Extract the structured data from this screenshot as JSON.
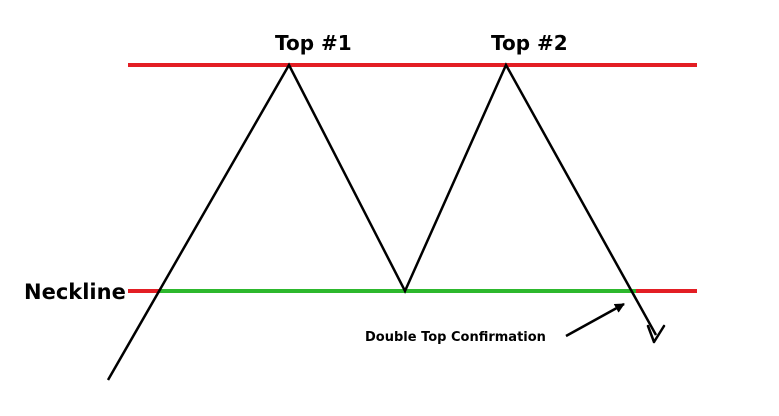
{
  "labels": {
    "top1": "Top #1",
    "top2": "Top #2",
    "neckline": "Neckline",
    "confirmation": "Double Top Confirmation"
  },
  "colors": {
    "resistance_line": "#e31e24",
    "neckline_inside": "#2db82d",
    "neckline_outside": "#e31e24",
    "price_path": "#000000",
    "text": "#000000"
  }
}
